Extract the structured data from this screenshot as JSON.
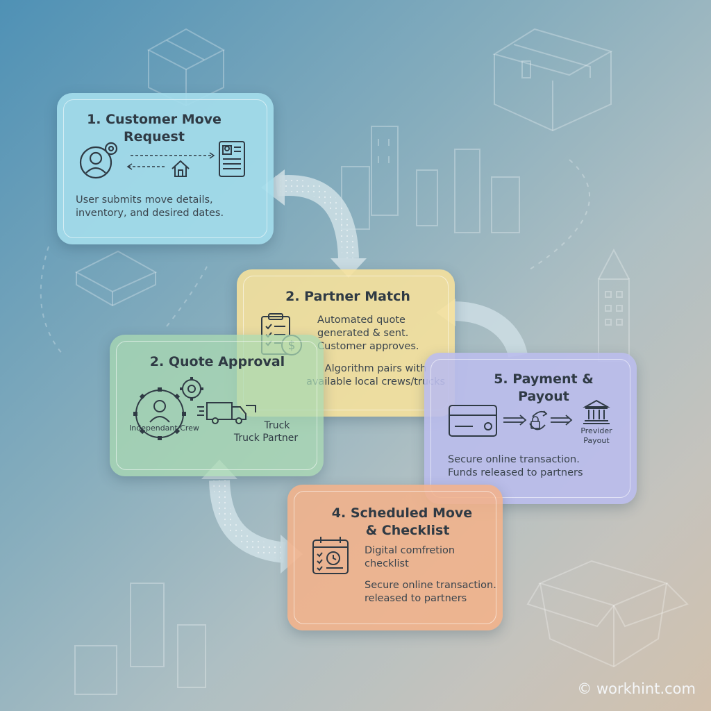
{
  "steps": {
    "customer_request": {
      "title": "1. Customer Move Request",
      "description_lines": [
        "User submits move details,",
        "inventory, and desired dates."
      ]
    },
    "partner_match": {
      "title": "2. Partner Match",
      "text_1_lines": [
        "Automated quote",
        "generated & sent.",
        "Customer approves."
      ],
      "text_2_lines": [
        "Algorithm pairs with",
        "available local crews/trucks"
      ]
    },
    "quote_approval": {
      "title": "2. Quote Approval",
      "crew_label": "Independant Crew",
      "truck_label_lines": [
        "Truck",
        "Truck Partner"
      ]
    },
    "payment": {
      "title": "5. Payment & Payout",
      "provider_label_lines": [
        "Previder",
        "Payout"
      ],
      "description_lines": [
        "Secure online transaction.",
        "Funds released to partners"
      ]
    },
    "scheduled_move": {
      "title_lines": [
        "4. Scheduled Move",
        "& Checklist"
      ],
      "text_1_lines": [
        "Digital comfretion",
        "checklist"
      ],
      "text_2_lines": [
        "Secure online transaction.",
        "released to partners"
      ]
    }
  },
  "icons": [
    "user-location-icon",
    "profile-document-icon",
    "house-icon",
    "clipboard-checklist-icon",
    "dollar-coin-icon",
    "gear-user-icon",
    "truck-icon",
    "credit-card-icon",
    "padlock-icon",
    "bank-icon",
    "calendar-clock-icon",
    "box-icon",
    "building-icon"
  ],
  "colors": {
    "step1": "#a3dbeb",
    "step2": "#f7e19b",
    "quote_approval": "#aadab2",
    "step5": "#babcec",
    "step4": "#f2b28a",
    "arrow": "#cfe0e6"
  },
  "watermark": "© workhint.com"
}
